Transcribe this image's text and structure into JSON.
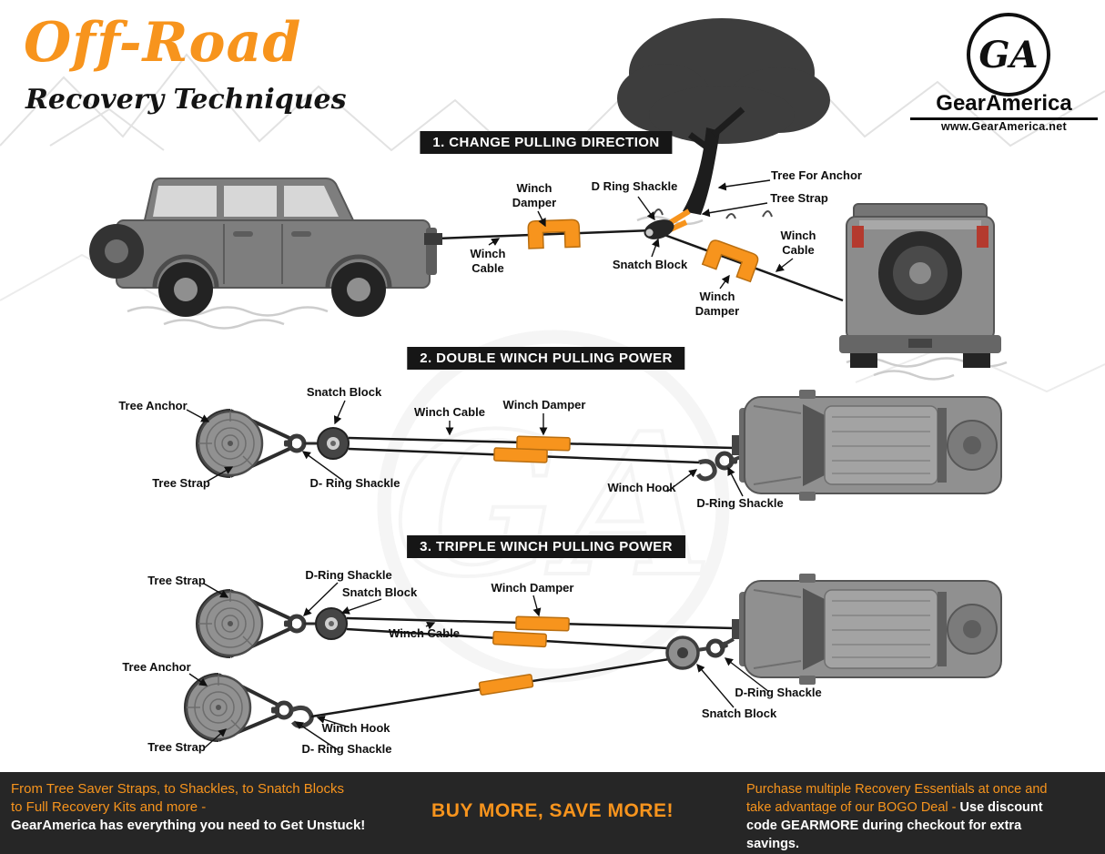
{
  "header": {
    "title_line1": "Off-Road",
    "title_line2": "Recovery Techniques"
  },
  "logo": {
    "initials": "GA",
    "brand": "GearAmerica",
    "website": "www.GearAmerica.net"
  },
  "watermark": "GA",
  "sections": {
    "s1": {
      "banner": "1. CHANGE PULLING DIRECTION",
      "labels": {
        "winch_damper_left": "Winch\nDamper",
        "d_ring_shackle": "D Ring Shackle",
        "tree_for_anchor": "Tree For Anchor",
        "tree_strap": "Tree Strap",
        "winch_cable_left": "Winch\nCable",
        "snatch_block": "Snatch Block",
        "winch_cable_right": "Winch\nCable",
        "winch_damper_right": "Winch\nDamper"
      }
    },
    "s2": {
      "banner": "2. DOUBLE WINCH PULLING POWER",
      "labels": {
        "tree_anchor": "Tree Anchor",
        "snatch_block": "Snatch Block",
        "winch_cable": "Winch Cable",
        "winch_damper": "Winch Damper",
        "tree_strap": "Tree Strap",
        "d_ring_shackle_left": "D- Ring Shackle",
        "winch_hook": "Winch Hook",
        "d_ring_shackle_right": "D-Ring Shackle"
      }
    },
    "s3": {
      "banner": "3. TRIPPLE WINCH PULLING POWER",
      "labels": {
        "tree_strap_top": "Tree Strap",
        "d_ring_shackle_top": "D-Ring Shackle",
        "snatch_block_top": "Snatch Block",
        "winch_damper": "Winch Damper",
        "winch_cable": "Winch Cable",
        "tree_anchor": "Tree Anchor",
        "tree_strap_bottom": "Tree Strap",
        "winch_hook": "Winch Hook",
        "d_ring_shackle_bottom": "D- Ring Shackle",
        "d_ring_shackle_right": "D-Ring Shackle",
        "snatch_block_right": "Snatch Block"
      }
    }
  },
  "footer": {
    "left_line1": "From Tree Saver Straps, to Shackles, to Snatch Blocks",
    "left_line2": "to Full Recovery Kits and more -",
    "left_line3": "GearAmerica has everything you need to Get Unstuck!",
    "center": "BUY MORE, SAVE MORE!",
    "right_text": "Purchase multiple Recovery Essentials at once and take advantage of our BOGO Deal - ",
    "right_highlight": "Use discount code GEARMORE during checkout for extra savings."
  },
  "colors": {
    "accent_orange": "#F7941D",
    "footer_bg": "#262626",
    "banner_bg": "#161616"
  }
}
